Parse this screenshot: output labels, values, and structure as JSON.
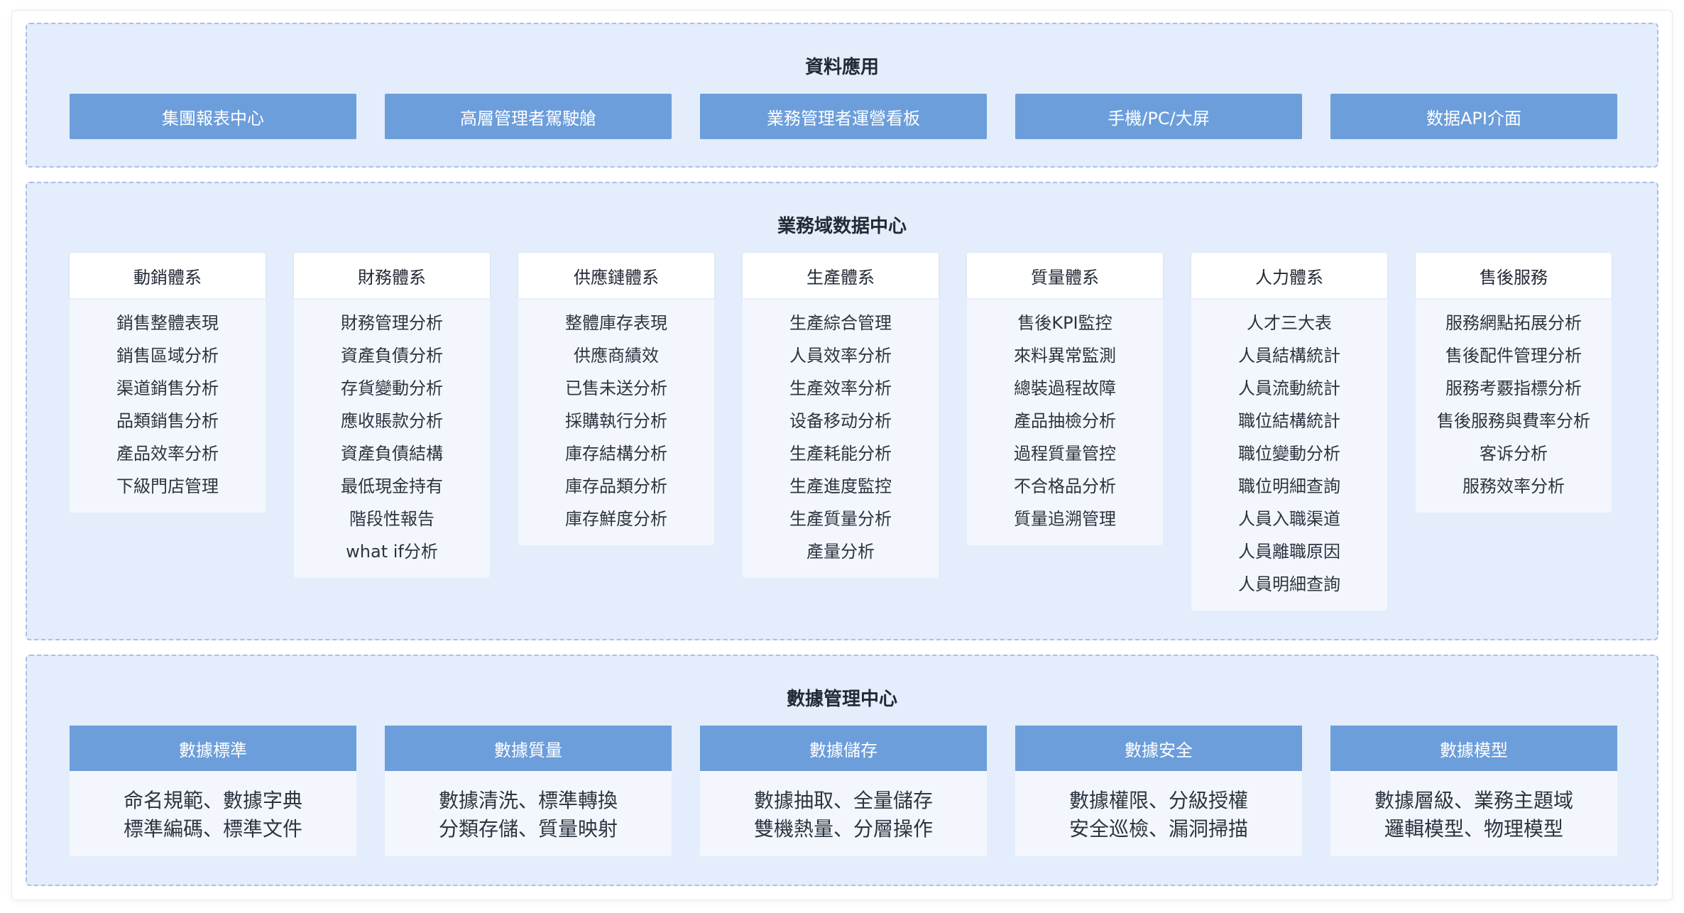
{
  "application": {
    "title": "資料應用",
    "items": [
      "集團報表中心",
      "高層管理者駕駛艙",
      "業務管理者運營看板",
      "手機/PC/大屏",
      "数据API介面"
    ]
  },
  "domain_center": {
    "title": "業務域数据中心",
    "columns": [
      {
        "title": "動銷體系",
        "items": [
          "銷售整體表現",
          "銷售區域分析",
          "渠道銷售分析",
          "品類銷售分析",
          "產品效率分析",
          "下級門店管理"
        ]
      },
      {
        "title": "財務體系",
        "items": [
          "財務管理分析",
          "資產負債分析",
          "存貨變動分析",
          "應收賬款分析",
          "資產負債結構",
          "最低現金持有",
          "階段性報告",
          "what if分析"
        ]
      },
      {
        "title": "供應鏈體系",
        "items": [
          "整體庫存表現",
          "供應商績效",
          "已售未送分析",
          "採購執行分析",
          "庫存結構分析",
          "庫存品類分析",
          "庫存鮮度分析"
        ]
      },
      {
        "title": "生產體系",
        "items": [
          "生產綜合管理",
          "人員效率分析",
          "生產效率分析",
          "设备移动分析",
          "生產耗能分析",
          "生產進度監控",
          "生產質量分析",
          "產量分析"
        ]
      },
      {
        "title": "質量體系",
        "items": [
          "售後KPI監控",
          "來料異常監測",
          "總裝過程故障",
          "產品抽檢分析",
          "過程質量管控",
          "不合格品分析",
          "質量追溯管理"
        ]
      },
      {
        "title": "人力體系",
        "items": [
          "人才三大表",
          "人員結構統計",
          "人員流動統計",
          "職位結構統計",
          "職位變動分析",
          "職位明細查詢",
          "人員入職渠道",
          "人員離職原因",
          "人員明細查詢"
        ]
      },
      {
        "title": "售後服務",
        "items": [
          "服務網點拓展分析",
          "售後配件管理分析",
          "服務考覈指標分析",
          "售後服務與費率分析",
          "客诉分析",
          "服務效率分析"
        ]
      }
    ]
  },
  "data_management": {
    "title": "數據管理中心",
    "blocks": [
      {
        "title": "數據標準",
        "lines": [
          "命名規範、數據字典",
          "標準編碼、標準文件"
        ]
      },
      {
        "title": "數據質量",
        "lines": [
          "數據清洗、標準轉換",
          "分類存儲、質量映射"
        ]
      },
      {
        "title": "數據儲存",
        "lines": [
          "數據抽取、全量儲存",
          "雙機熱量、分層操作"
        ]
      },
      {
        "title": "數據安全",
        "lines": [
          "數據權限、分級授權",
          "安全巡檢、漏洞掃描"
        ]
      },
      {
        "title": "數據模型",
        "lines": [
          "數據層級、業務主題域",
          "邏輯模型、物理模型"
        ]
      }
    ]
  },
  "colors": {
    "accent": "#6c9edb",
    "panel_bg": "#e4edfb",
    "panel_border": "#a7c0e6"
  }
}
